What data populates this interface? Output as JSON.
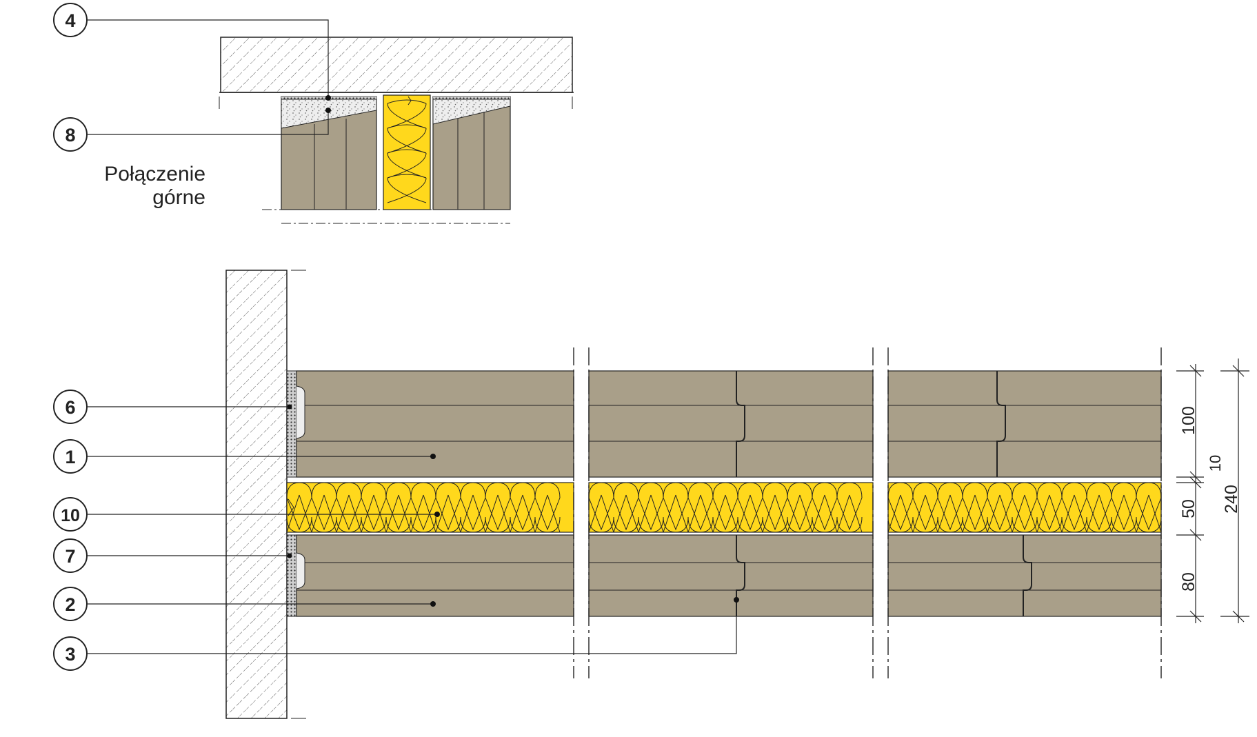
{
  "caption": {
    "line1": "Połączenie",
    "line2": "górne"
  },
  "callouts": {
    "c4": "4",
    "c8": "8",
    "c6": "6",
    "c1": "1",
    "c10": "10",
    "c7": "7",
    "c2": "2",
    "c3": "3"
  },
  "dimensions": {
    "d100": "100",
    "d10": "10",
    "d50": "50",
    "d80": "80",
    "d240": "240"
  },
  "colors": {
    "block": "#a99f89",
    "insulation": "#ffd81c",
    "line": "#2a2a2a"
  }
}
